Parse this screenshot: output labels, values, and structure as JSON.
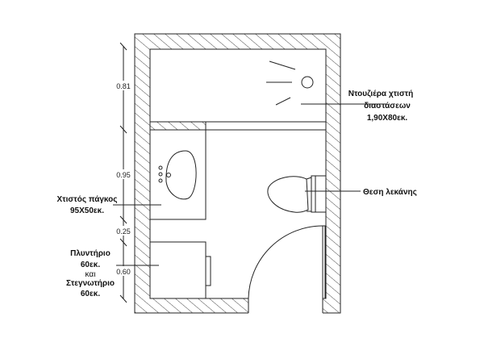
{
  "title": "Floor plan of bathroom",
  "dimensions": [
    "0.81",
    "0.95",
    "0.25",
    "0.60"
  ],
  "labels": {
    "shower": [
      "Ντουζιέρα χτιστή",
      "διαστάσεων",
      "1,90Χ80εκ."
    ],
    "toilet": "Θεση λεκάνης",
    "counter": [
      "Χτιστός πάγκος",
      "95Χ50εκ."
    ],
    "laundry": [
      "Πλυντήριο",
      "60εκ.",
      "και",
      "Στεγνωτήριο",
      "60εκ."
    ]
  }
}
